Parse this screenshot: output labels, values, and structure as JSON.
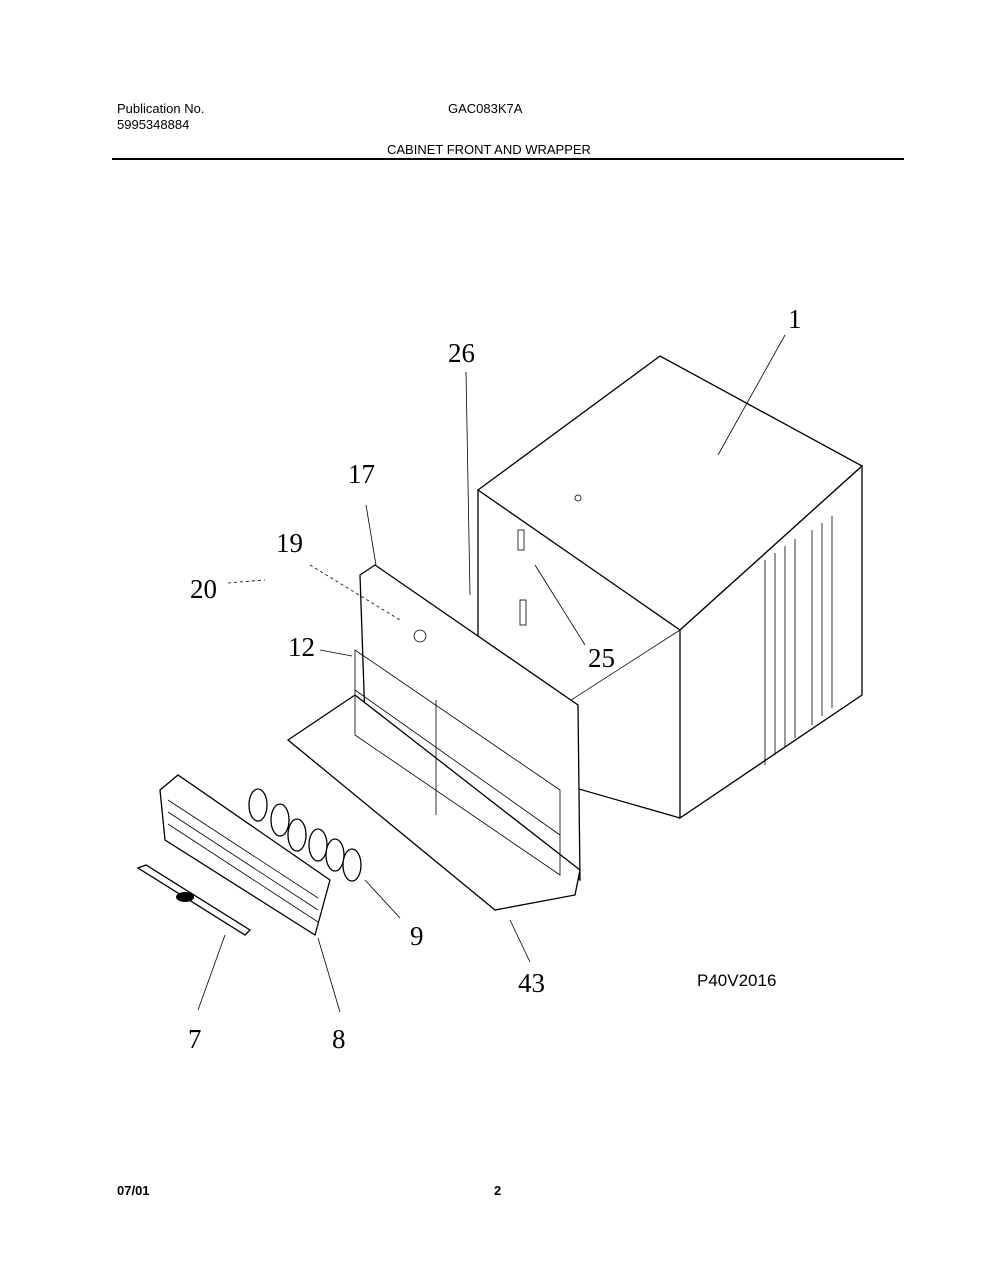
{
  "header": {
    "publication_label": "Publication No.",
    "publication_number": "5995348884",
    "model": "GAC083K7A",
    "section_title": "CABINET FRONT AND WRAPPER"
  },
  "diagram": {
    "figure_code": "P40V2016",
    "callouts": [
      "1",
      "26",
      "17",
      "19",
      "20",
      "12",
      "25",
      "9",
      "43",
      "7",
      "8"
    ]
  },
  "footer": {
    "date": "07/01",
    "page": "2"
  }
}
